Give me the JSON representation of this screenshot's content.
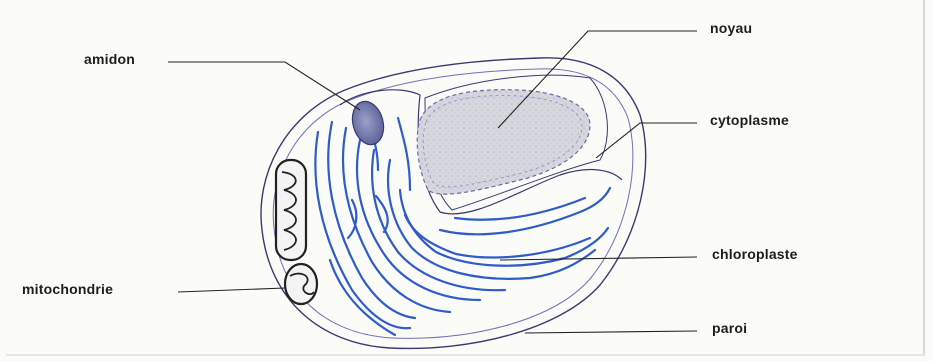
{
  "diagram": {
    "labels": {
      "amidon": "amidon",
      "noyau": "noyau",
      "cytoplasme": "cytoplasme",
      "chloroplaste": "chloroplaste",
      "mitochondrie": "mitochondrie",
      "paroi": "paroi"
    },
    "colors": {
      "outline": "#3a3a72",
      "membrane": "#7070b8",
      "chloroplast": "#2e5cc8",
      "nucleus_fill": "#d8d8e0",
      "label_line": "#222222"
    }
  }
}
